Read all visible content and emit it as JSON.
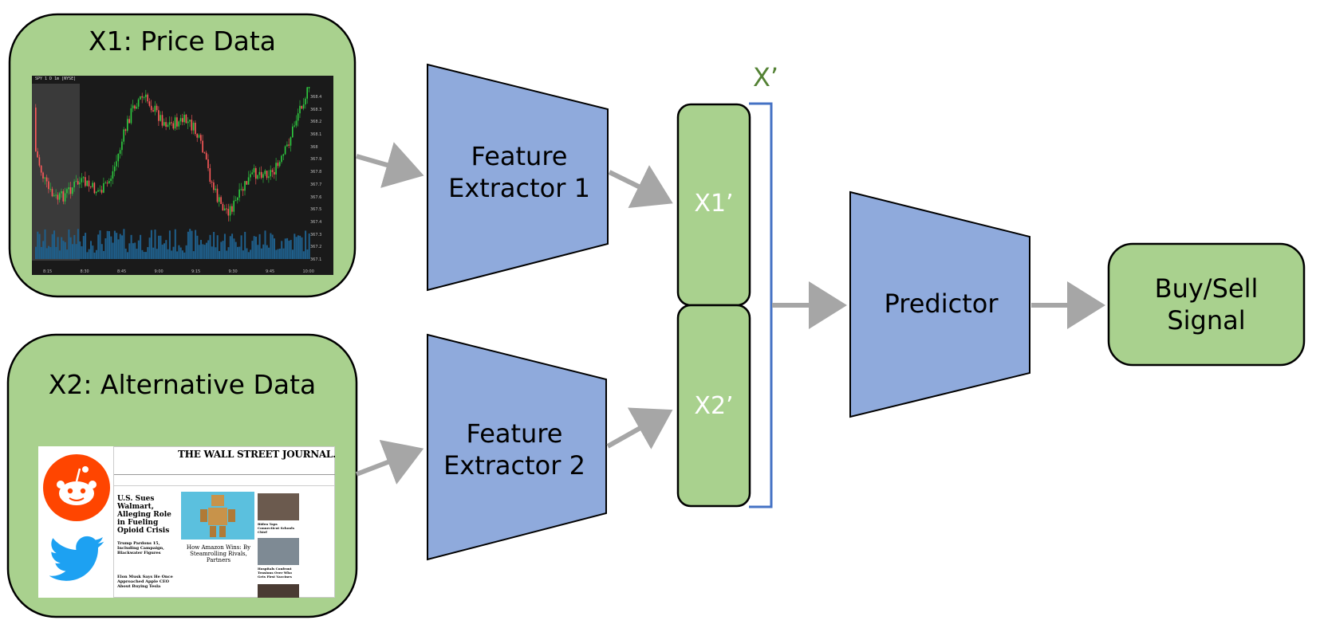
{
  "diagram": {
    "x1_title": "X1: Price Data",
    "x2_title": "X2: Alternative Data",
    "extractor1": [
      "Feature",
      "Extractor 1"
    ],
    "extractor2": [
      "Feature",
      "Extractor 2"
    ],
    "x1_feature": "X1’",
    "x2_feature": "X2’",
    "concat_label": "X’",
    "predictor": "Predictor",
    "output": [
      "Buy/Sell",
      "Signal"
    ]
  },
  "chart_thumb": {
    "header": "SPY 1 D 1m [NYSE]",
    "right_ticks": [
      "368.4",
      "368.3",
      "368.2",
      "368.1",
      "368",
      "367.9",
      "367.8",
      "367.7",
      "367.6",
      "367.5",
      "367.4",
      "367.3",
      "367.2",
      "367.1"
    ],
    "bottom_ticks": [
      "8:15",
      "8:30",
      "8:45",
      "9:00",
      "9:15",
      "9:30",
      "9:45",
      "10:00"
    ]
  },
  "news_thumb": {
    "masthead": "THE WALL STREET JOURNAL.",
    "headline1": "U.S. Sues Walmart, Alleging Role in Fueling Opioid Crisis",
    "headline2": "How Amazon Wins: By Steamrolling Rivals, Partners",
    "headline3": "Trump Pardons 15, Including Campaign, Blackwater Figures",
    "headline4": "Elon Musk Says He Once Approached Apple CEO About Buying Tesla",
    "side1": "Biden Taps Connecticut Schools Chief",
    "side2": "Hospitals Confront Tensions Over Who Gets First Vaccines"
  },
  "colors": {
    "green": "#a9d18e",
    "blue": "#8faadc",
    "arrow": "#a6a6a6",
    "bracket": "#4472c4",
    "xprime": "#548235",
    "reddit": "#ff4500",
    "twitter": "#1da1f2"
  },
  "icons": [
    "reddit-icon",
    "twitter-icon"
  ]
}
